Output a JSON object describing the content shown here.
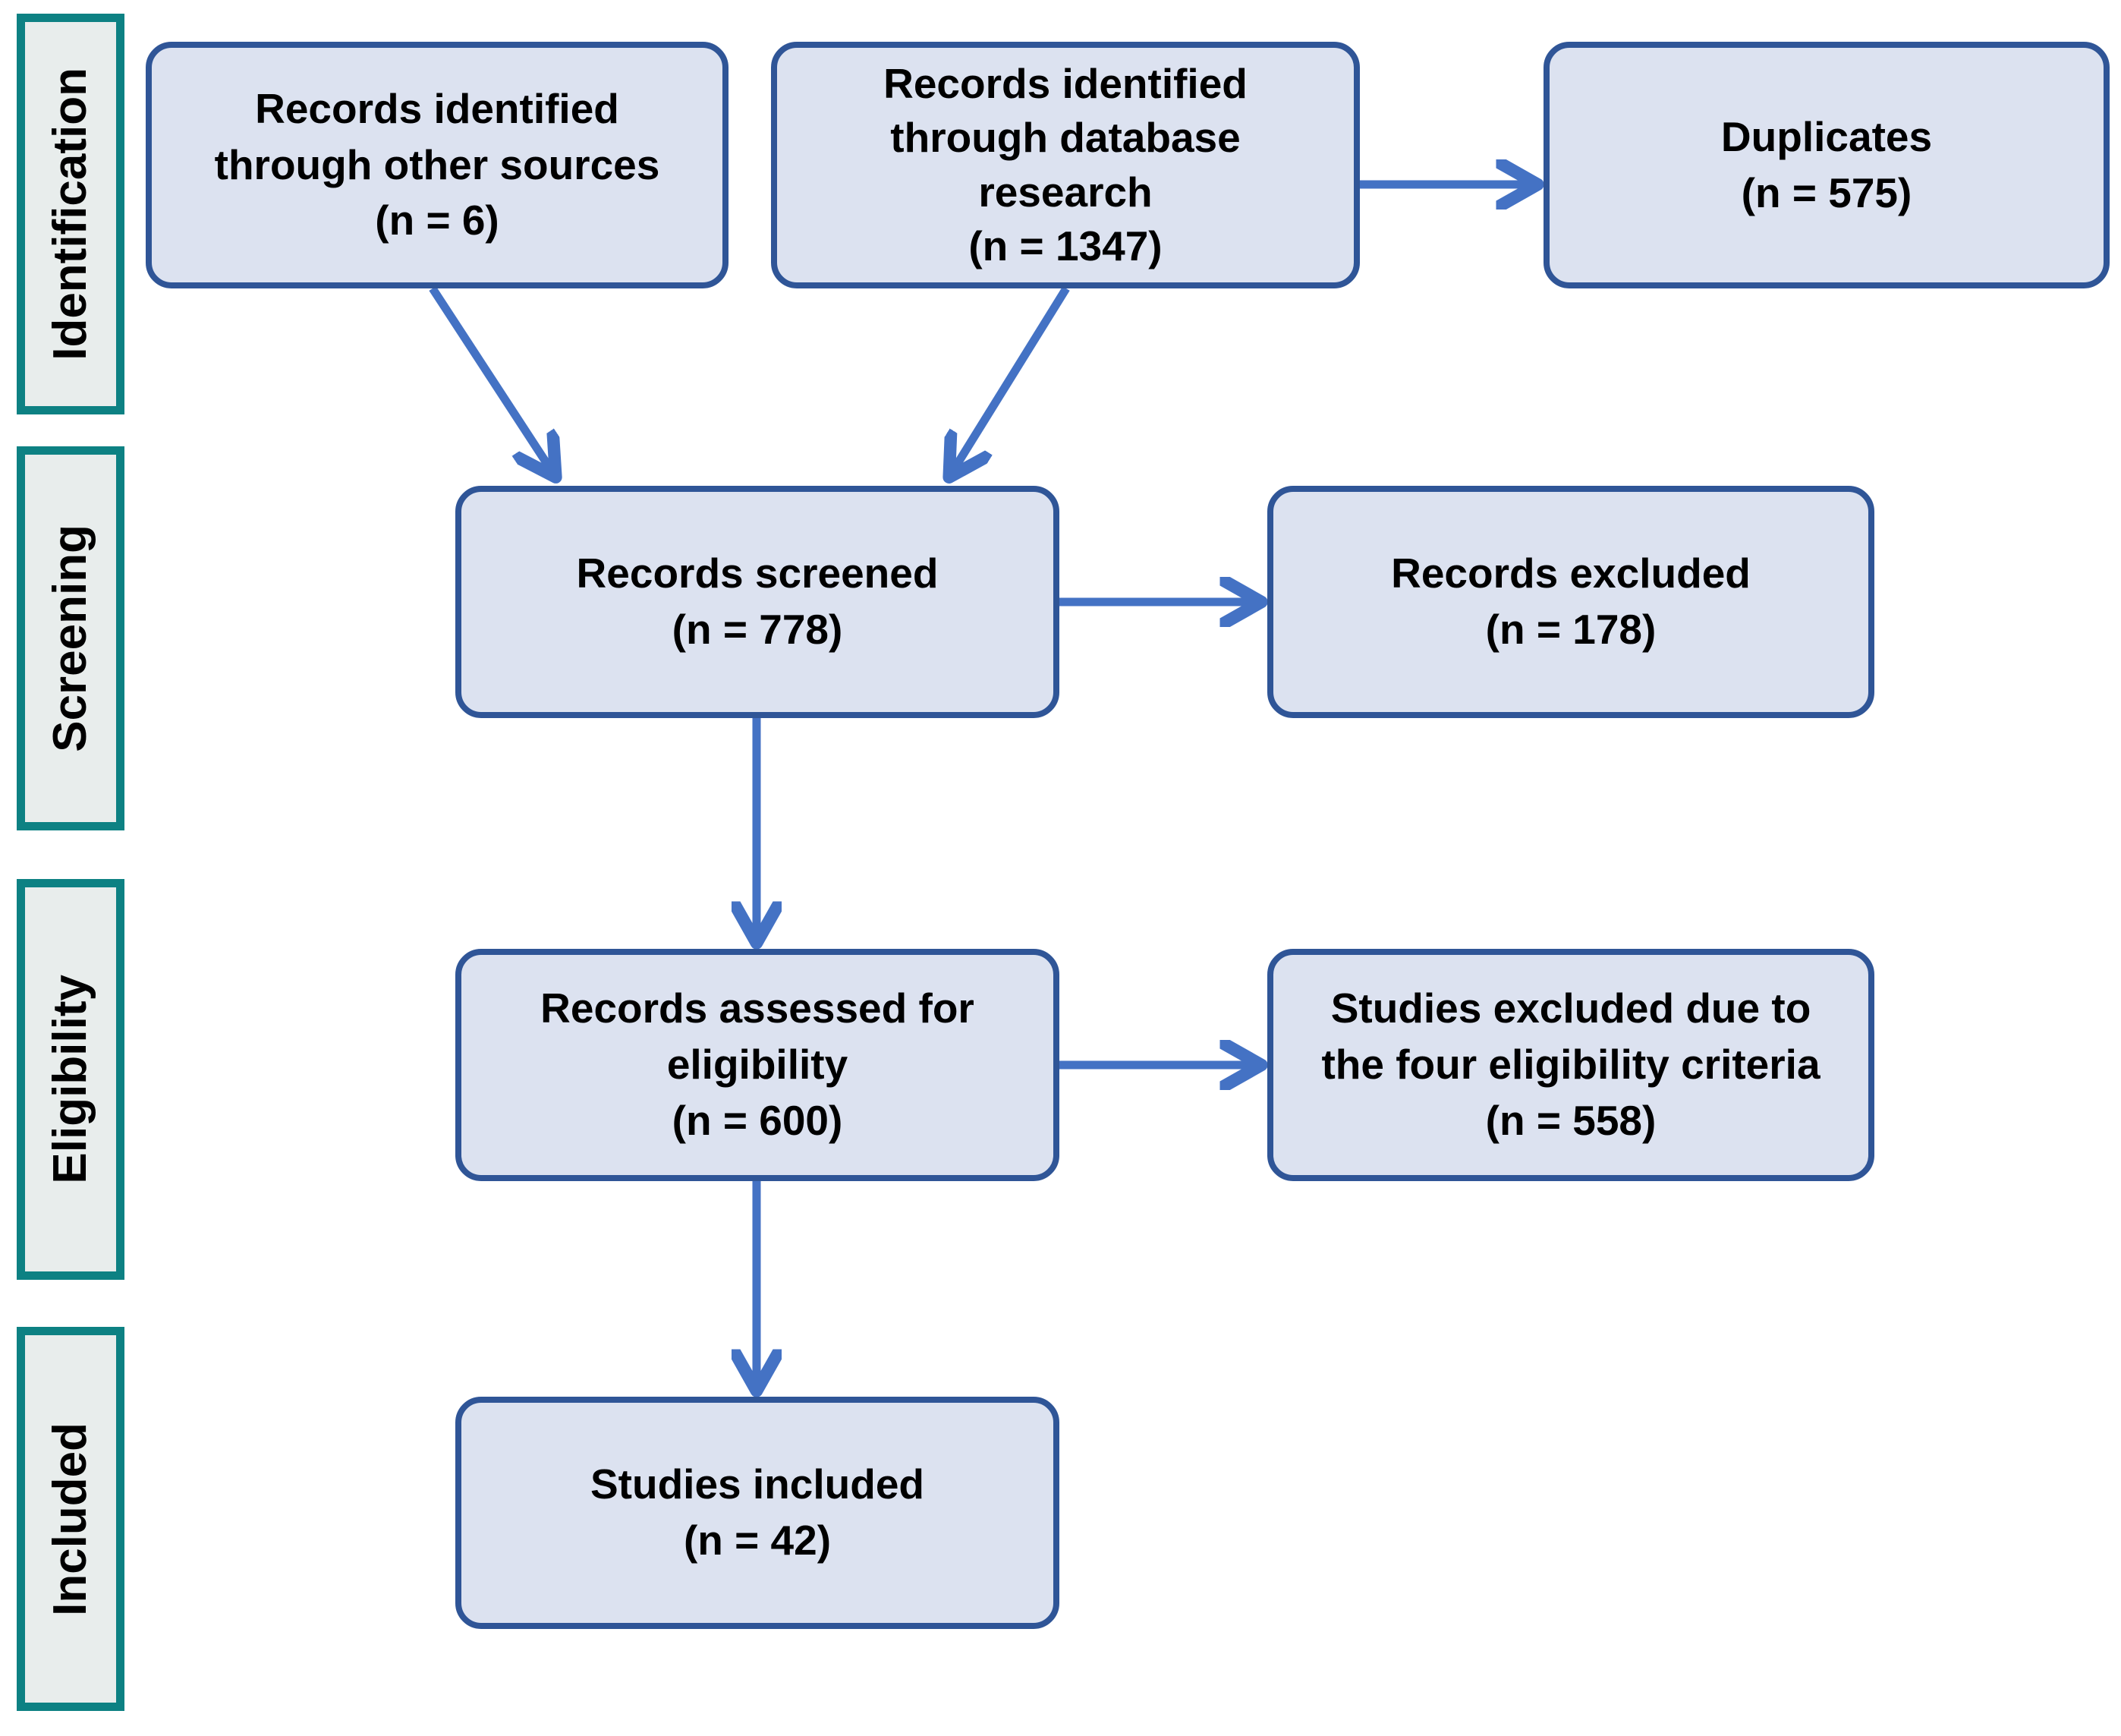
{
  "diagram": {
    "title": "PRISMA flow diagram",
    "colors": {
      "box_fill": "#dce2f0",
      "box_border": "#2f5597",
      "arrow": "#4472c4",
      "stage_border": "#0d8183",
      "stage_fill": "#e8edec",
      "text": "#000000",
      "background": "#ffffff"
    }
  },
  "stages": [
    {
      "label": "Identification"
    },
    {
      "label": "Screening"
    },
    {
      "label": "Eligibility"
    },
    {
      "label": "Included"
    }
  ],
  "boxes": [
    {
      "id": "records-other-sources",
      "text": "Records identified\nthrough other sources\n(n = 6)",
      "count": 6
    },
    {
      "id": "records-database",
      "text": "Records identified\nthrough database\nresearch\n(n = 1347)",
      "count": 1347
    },
    {
      "id": "duplicates",
      "text": "Duplicates\n(n = 575)",
      "count": 575
    },
    {
      "id": "records-screened",
      "text": "Records screened\n(n = 778)",
      "count": 778
    },
    {
      "id": "records-excluded",
      "text": "Records excluded\n(n = 178)",
      "count": 178
    },
    {
      "id": "records-assessed",
      "text": "Records assessed for\neligibility\n(n = 600)",
      "count": 600
    },
    {
      "id": "studies-excluded",
      "text": "Studies excluded due to\nthe four eligibility criteria\n(n = 558)",
      "count": 558
    },
    {
      "id": "studies-included",
      "text": "Studies included\n(n = 42)",
      "count": 42
    }
  ],
  "arrows": [
    {
      "id": "database-to-duplicates",
      "from": "records-database",
      "to": "duplicates",
      "direction": "right"
    },
    {
      "id": "other-sources-to-screened",
      "from": "records-other-sources",
      "to": "records-screened",
      "direction": "down-right"
    },
    {
      "id": "database-to-screened",
      "from": "records-database",
      "to": "records-screened",
      "direction": "down-left"
    },
    {
      "id": "screened-to-excluded",
      "from": "records-screened",
      "to": "records-excluded",
      "direction": "right"
    },
    {
      "id": "screened-to-assessed",
      "from": "records-screened",
      "to": "records-assessed",
      "direction": "down"
    },
    {
      "id": "assessed-to-studies-excluded",
      "from": "records-assessed",
      "to": "studies-excluded",
      "direction": "right"
    },
    {
      "id": "assessed-to-included",
      "from": "records-assessed",
      "to": "studies-included",
      "direction": "down"
    }
  ]
}
